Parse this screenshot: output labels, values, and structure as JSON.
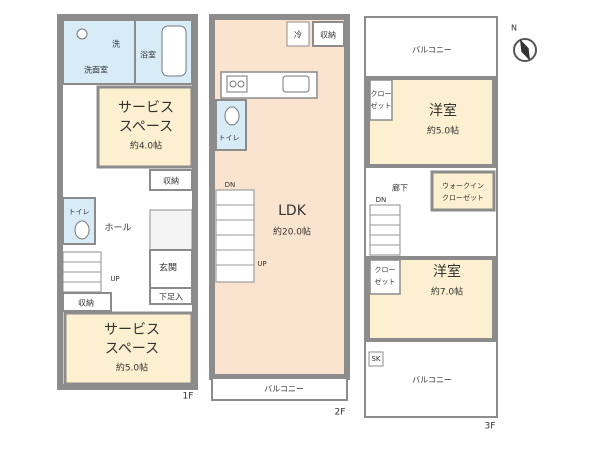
{
  "floor1": {
    "floor_label": "1F",
    "washroom": "洗面室",
    "washer": "洗",
    "bath": "浴室",
    "service1_line1": "サービス",
    "service1_line2": "スペース",
    "service1_area": "約4.0帖",
    "storage_mid": "収納",
    "toilet": "トイレ",
    "hall": "ホール",
    "entrance": "玄関",
    "shoe": "下足入",
    "up": "UP",
    "storage_low": "収納",
    "service2_line1": "サービス",
    "service2_line2": "スペース",
    "service2_area": "約5.0帖"
  },
  "floor2": {
    "floor_label": "2F",
    "fridge": "冷",
    "storage": "収納",
    "toilet": "トイレ",
    "dn": "DN",
    "up": "UP",
    "ldk": "LDK",
    "ldk_area": "約20.0帖",
    "balcony": "バルコニー"
  },
  "floor3": {
    "floor_label": "3F",
    "balcony_top": "バルコニー",
    "closet_top_line1": "クロー",
    "closet_top_line2": "ゼット",
    "western1": "洋室",
    "western1_area": "約5.0帖",
    "corridor": "廊下",
    "dn": "DN",
    "wic_line1": "ウォークイン",
    "wic_line2": "クローゼット",
    "closet2_line1": "クロー",
    "closet2_line2": "ゼット",
    "western2": "洋室",
    "western2_area": "約7.0帖",
    "sk": "SK",
    "balcony_bottom": "バルコニー"
  },
  "compass": {
    "north": "N"
  },
  "colors": {
    "wall": "#8c8c8c",
    "wall_dark": "#666666",
    "room_tan": "#fcf0d0",
    "floor_white": "#ffffff",
    "wet_blue": "#d8ecf8",
    "ldk_pink": "#fbe4cf",
    "label_bg": "#ffffff"
  }
}
